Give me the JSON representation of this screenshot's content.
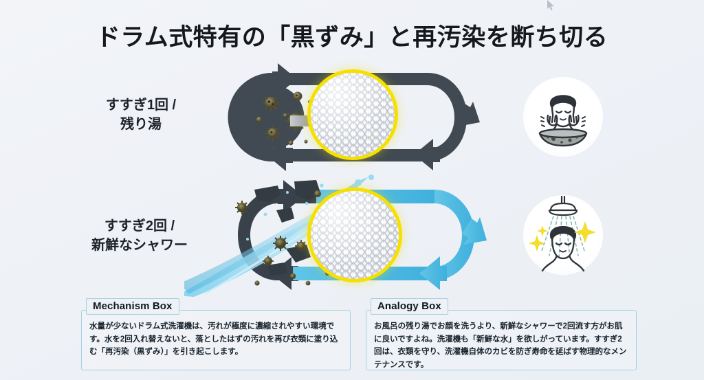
{
  "page": {
    "title": "ドラム式特有の「黒ずみ」と再汚染を断ち切る",
    "background_color": "#eef1f6"
  },
  "colors": {
    "dark_loop": "#414a52",
    "blue_loop": "#4cb8e0",
    "highlight_ring": "#f5e000",
    "box_border": "#a6cfe2",
    "text": "#17222c"
  },
  "rows": [
    {
      "id": "rinse-once",
      "label": "すすぎ1回 /\n残り湯",
      "label_line1": "すすぎ1回 /",
      "label_line2": "残り湯",
      "loop_color": "#414a52",
      "center_icon": "fabric-weave-icon",
      "side_icons": [
        "germ-particles-icon",
        "dirt-arrow-icon"
      ],
      "illustration": "face-washing-in-dirty-basin-icon"
    },
    {
      "id": "rinse-twice",
      "label": "すすぎ2回 /\n新鮮なシャワー",
      "label_line1": "すすぎ2回 /",
      "label_line2": "新鮮なシャワー",
      "loop_color": "#4cb8e0",
      "center_icon": "fabric-weave-icon",
      "side_icons": [
        "water-splash-icon",
        "dirt-flakes-icon"
      ],
      "illustration": "shower-clean-face-icon"
    }
  ],
  "boxes": [
    {
      "id": "mechanism",
      "tab_label": "Mechanism Box",
      "body": "水量が少ないドラム式洗濯機は、汚れが極度に濃縮されやすい環境です。水を2回入れ替えないと、落としたはずの汚れを再び衣類に塗り込む「再汚染（黒ずみ）」を引き起こします。"
    },
    {
      "id": "analogy",
      "tab_label": "Analogy Box",
      "body": "お風呂の残り湯でお顔を洗うより、新鮮なシャワーで2回流す方がお肌に良いですよね。洗濯機も「新鮮な水」を欲しがっています。すすぎ2回は、衣類を守り、洗濯機自体のカビを防ぎ寿命を延ばす物理的なメンテナンスです。"
    }
  ]
}
